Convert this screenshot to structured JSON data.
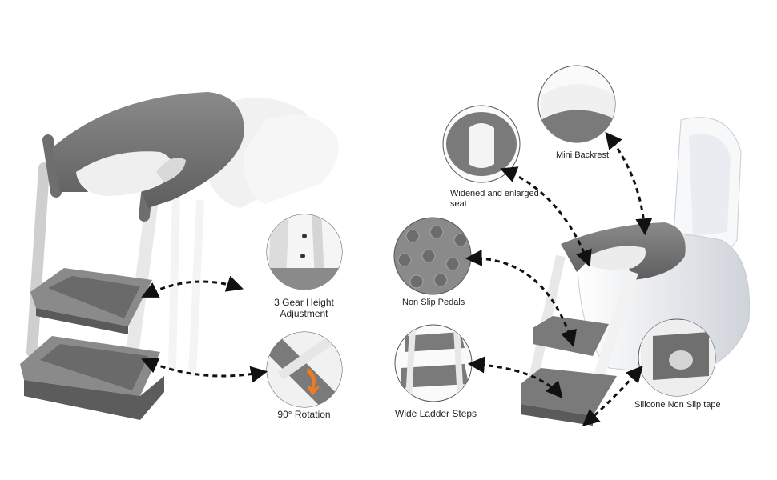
{
  "features": {
    "height_adjustment": "3 Gear Height\nAdjustment",
    "rotation": "90° Rotation",
    "widened_seat": "Widened and enlarged\nseat",
    "mini_backrest": "Mini Backrest",
    "non_slip_pedals": "Non Slip Pedals",
    "wide_ladder_steps": "Wide Ladder Steps",
    "silicone_tape": "Silicone Non Slip tape"
  },
  "colors": {
    "product_gray": "#7a7a7a",
    "product_dark": "#5f5f5f",
    "frame_white": "#f2f2f2",
    "accent_orange": "#f07a1f",
    "arrow_black": "#111111"
  },
  "icons": [
    "rotation-arrow-icon"
  ]
}
